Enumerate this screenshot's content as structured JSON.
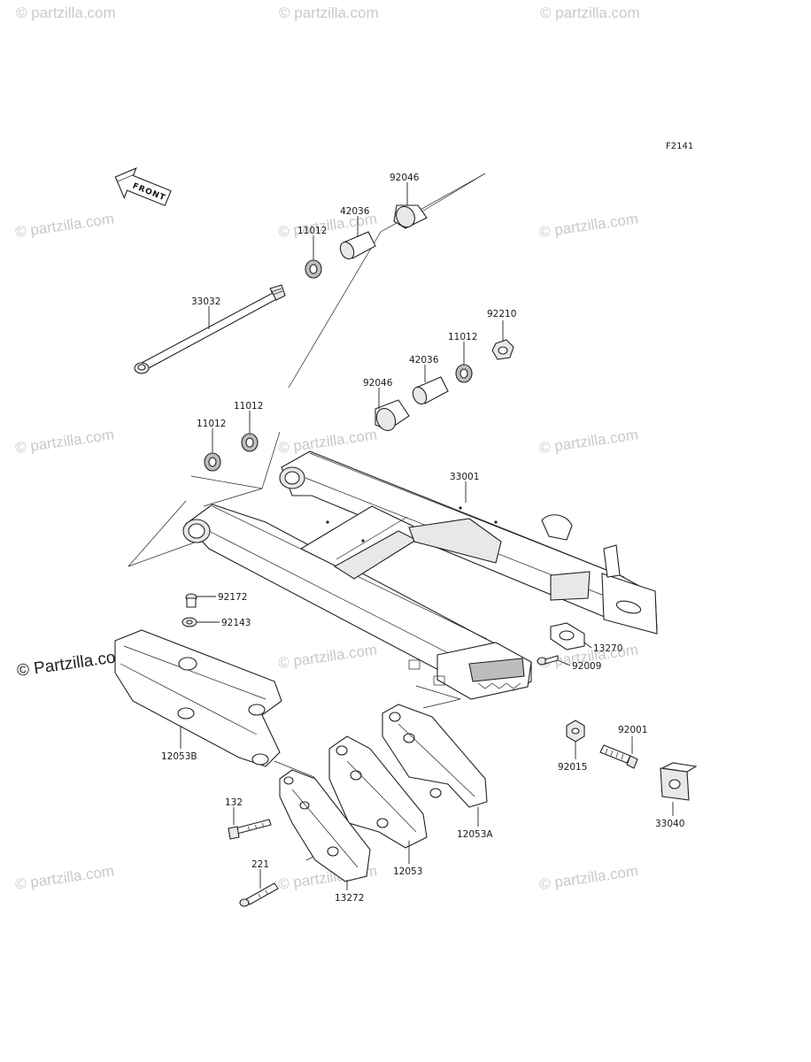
{
  "figure_code": "F2141",
  "front_arrow_label": "FRONT",
  "watermark_text": "© Partzilla.com",
  "watermark_text_lower": "© partzilla.com",
  "part_labels": {
    "p92046_top": "92046",
    "p42036_top": "42036",
    "p11012_top": "11012",
    "p33032": "33032",
    "p92210": "92210",
    "p11012_right": "11012",
    "p42036_mid": "42036",
    "p92046_mid": "92046",
    "p11012_mid": "11012",
    "p11012_left": "11012",
    "p33001": "33001",
    "p92172": "92172",
    "p92143": "92143",
    "p13270": "13270",
    "p92009": "92009",
    "p12053B": "12053B",
    "p92015": "92015",
    "p92001": "92001",
    "p33040": "33040",
    "p132": "132",
    "p12053A": "12053A",
    "p12053": "12053",
    "p221": "221",
    "p13272": "13272"
  },
  "colors": {
    "line": "#222222",
    "watermark": "#c9c9c9",
    "background": "#ffffff"
  }
}
